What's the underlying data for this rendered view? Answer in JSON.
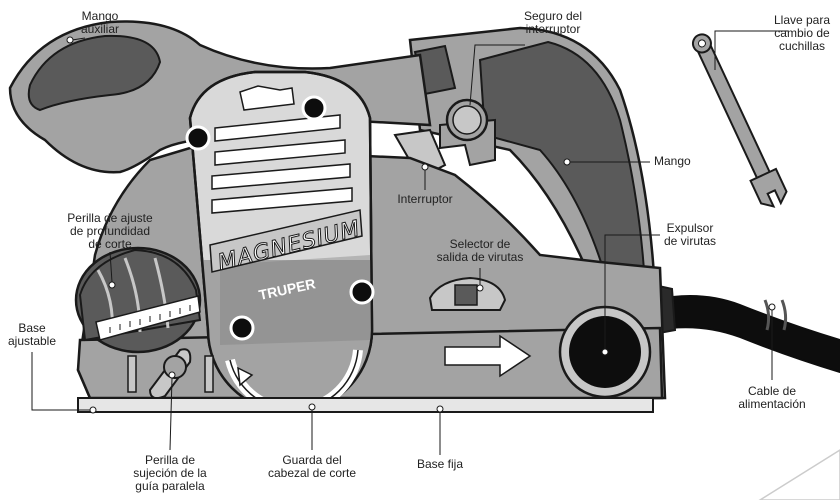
{
  "colors": {
    "outline": "#1a1a1a",
    "body_gray": "#a3a3a3",
    "body_light": "#c7c7c7",
    "dark_gray": "#5a5a5a",
    "plate": "#d9d9d9",
    "base": "#e6e6e6",
    "black": "#0d0d0d"
  },
  "icons": {
    "wrench": "wrench-icon",
    "arrow": "right-arrow-icon",
    "cable": "power-cable"
  },
  "brand": {
    "plate_text": "MAGNESIUM",
    "logo_text": "TRUPER"
  },
  "labels": {
    "mango_auxiliar_1": "Mango",
    "mango_auxiliar_2": "auxiliar",
    "seguro_1": "Seguro del",
    "seguro_2": "interruptor",
    "llave_1": "Llave para",
    "llave_2": "cambio de",
    "llave_3": "cuchillas",
    "mango": "Mango",
    "interruptor": "Interruptor",
    "perilla_ajuste_1": "Perilla de ajuste",
    "perilla_ajuste_2": "de profundidad",
    "perilla_ajuste_3": "de corte",
    "selector_1": "Selector de",
    "selector_2": "salida de virutas",
    "expulsor_1": "Expulsor",
    "expulsor_2": "de virutas",
    "base_ajustable_1": "Base",
    "base_ajustable_2": "ajustable",
    "cable_1": "Cable de",
    "cable_2": "alimentación",
    "perilla_sujecion_1": "Perilla de",
    "perilla_sujecion_2": "sujeción de la",
    "perilla_sujecion_3": "guía paralela",
    "guarda_1": "Guarda del",
    "guarda_2": "cabezal de corte",
    "base_fija": "Base fija"
  }
}
